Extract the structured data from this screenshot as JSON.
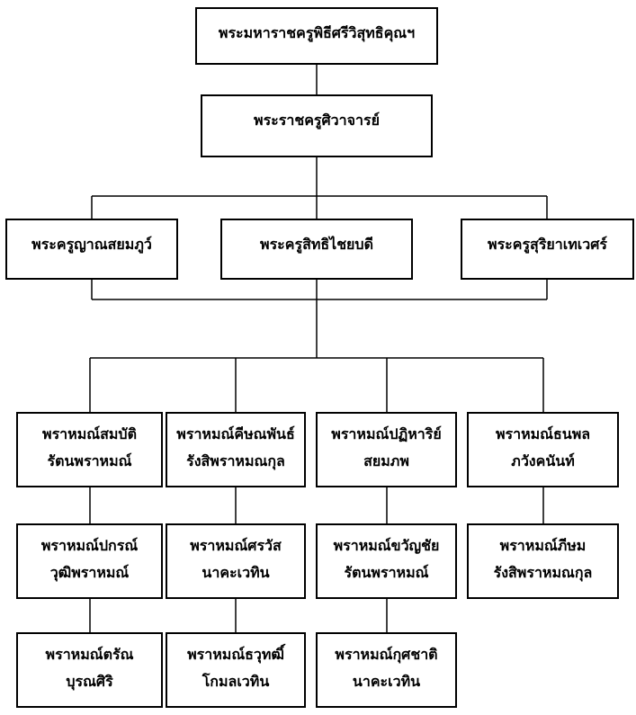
{
  "diagram": {
    "type": "org-chart",
    "background_color": "#ffffff",
    "box_border_color": "#000000",
    "line_color": "#000000",
    "text_color": "#000000"
  },
  "nodes": [
    {
      "level": 1,
      "lines": [
        "พระมหาราชครูพิธีศรีวิสุทธิคุณฯ"
      ]
    },
    {
      "level": 2,
      "lines": [
        "พระราชครูศิวาจารย์"
      ]
    },
    {
      "level": 3,
      "lines": [
        "พระครูญาณสยมภูว์"
      ]
    },
    {
      "level": 3,
      "lines": [
        "พระครูสิทธิไชยบดี"
      ]
    },
    {
      "level": 3,
      "lines": [
        "พระครูสุริยาเทเวศร์"
      ]
    },
    {
      "level": 4,
      "lines": [
        "พราหมณ์สมบัติ",
        "รัตนพราหมณ์"
      ]
    },
    {
      "level": 4,
      "lines": [
        "พราหมณ์คีษณพันธ์",
        "รังสิพราหมณกุล"
      ]
    },
    {
      "level": 4,
      "lines": [
        "พราหมณ์ปฏิหาริย์",
        "สยมภพ"
      ]
    },
    {
      "level": 4,
      "lines": [
        "พราหมณ์ธนพล",
        "ภวังคนันท์"
      ]
    },
    {
      "level": 5,
      "lines": [
        "พราหมณ์ปกรณ์",
        "วุฒิพราหมณ์"
      ]
    },
    {
      "level": 5,
      "lines": [
        "พราหมณ์ศรวัส",
        "นาคะเวทิน"
      ]
    },
    {
      "level": 5,
      "lines": [
        "พราหมณ์ขวัญชัย",
        "รัตนพราหมณ์"
      ]
    },
    {
      "level": 5,
      "lines": [
        "พราหมณ์ภีษม",
        "รังสิพราหมณกุล"
      ]
    },
    {
      "level": 6,
      "lines": [
        "พราหมณ์ตรัณ",
        "บุรณศิริ"
      ]
    },
    {
      "level": 6,
      "lines": [
        "พราหมณ์ธวุทฒิ์",
        "โกมลเวทิน"
      ]
    },
    {
      "level": 6,
      "lines": [
        "พราหมณ์กุศชาติ",
        "นาคะเวทิน"
      ]
    }
  ]
}
